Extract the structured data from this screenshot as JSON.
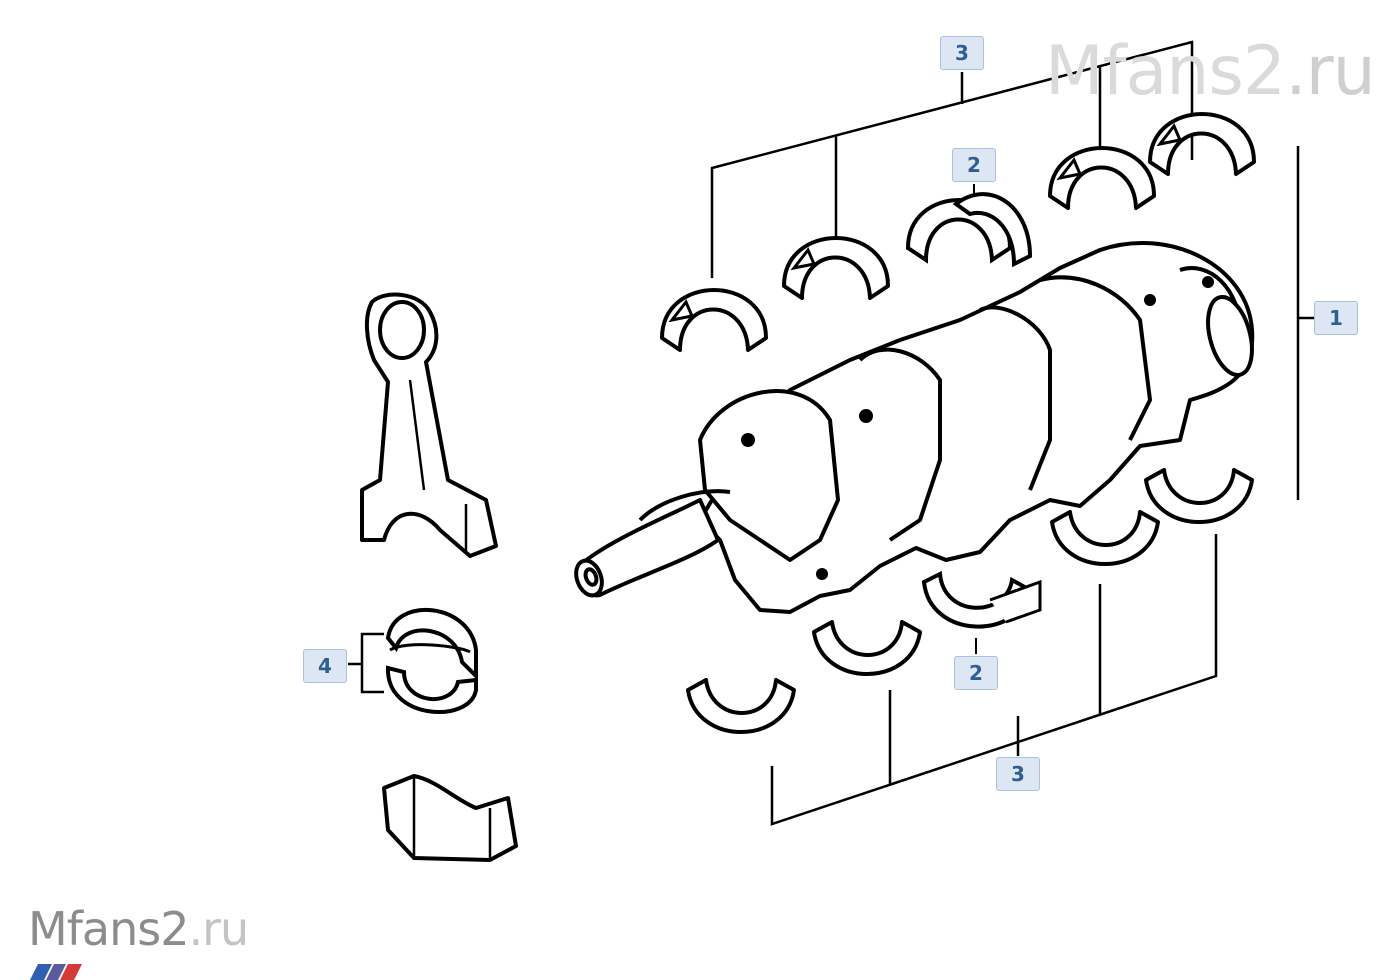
{
  "callouts": [
    {
      "id": "c3-top",
      "label": "3"
    },
    {
      "id": "c2-top",
      "label": "2"
    },
    {
      "id": "c1",
      "label": "1"
    },
    {
      "id": "c4",
      "label": "4"
    },
    {
      "id": "c2-bottom",
      "label": "2"
    },
    {
      "id": "c3-bottom",
      "label": "3"
    }
  ],
  "watermark": {
    "brand": "Mfans2",
    "domain": ".ru"
  },
  "colors": {
    "line": "#000000",
    "callout_bg": "#dde7f3",
    "callout_text": "#2f5d98",
    "watermark": "#dadada"
  },
  "parts": [
    "crankshaft",
    "connecting-rod",
    "rod-bearing-shells",
    "main-bearing-shells",
    "thrust-bearing-shells",
    "bearing-cap"
  ]
}
